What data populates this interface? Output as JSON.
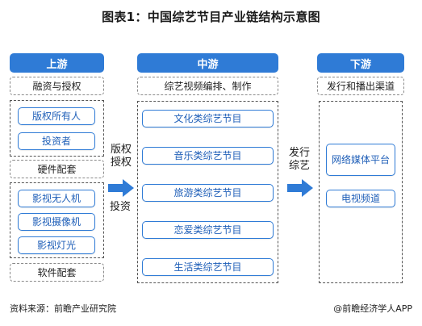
{
  "title": "图表1：中国综艺节目产业链结构示意图",
  "colors": {
    "accent": "#2f7bd6",
    "accent_text": "#1f5fb8"
  },
  "upstream": {
    "header": "上游",
    "sections": {
      "financing": "融资与授权",
      "hardware": "硬件配套",
      "software": "软件配套"
    },
    "financing_items": [
      "版权所有人",
      "投资者"
    ],
    "hardware_items": [
      "影视无人机",
      "影视摄像机",
      "影视灯光"
    ]
  },
  "midstream": {
    "header": "中游",
    "section": "综艺视频编排、制作",
    "items": [
      "文化类综艺节目",
      "音乐类综艺节目",
      "旅游类综艺节目",
      "恋爱类综艺节目",
      "生活类综艺节目"
    ]
  },
  "downstream": {
    "header": "下游",
    "section": "发行和播出渠道",
    "items": [
      "网络媒体平台",
      "电视频道"
    ]
  },
  "arrows": {
    "left_label_top": "版权授权",
    "left_label_bottom": "投资",
    "right_label": "发行综艺"
  },
  "footer": {
    "source": "资料来源：前瞻产业研究院",
    "brand": "@前瞻经济学人APP"
  }
}
